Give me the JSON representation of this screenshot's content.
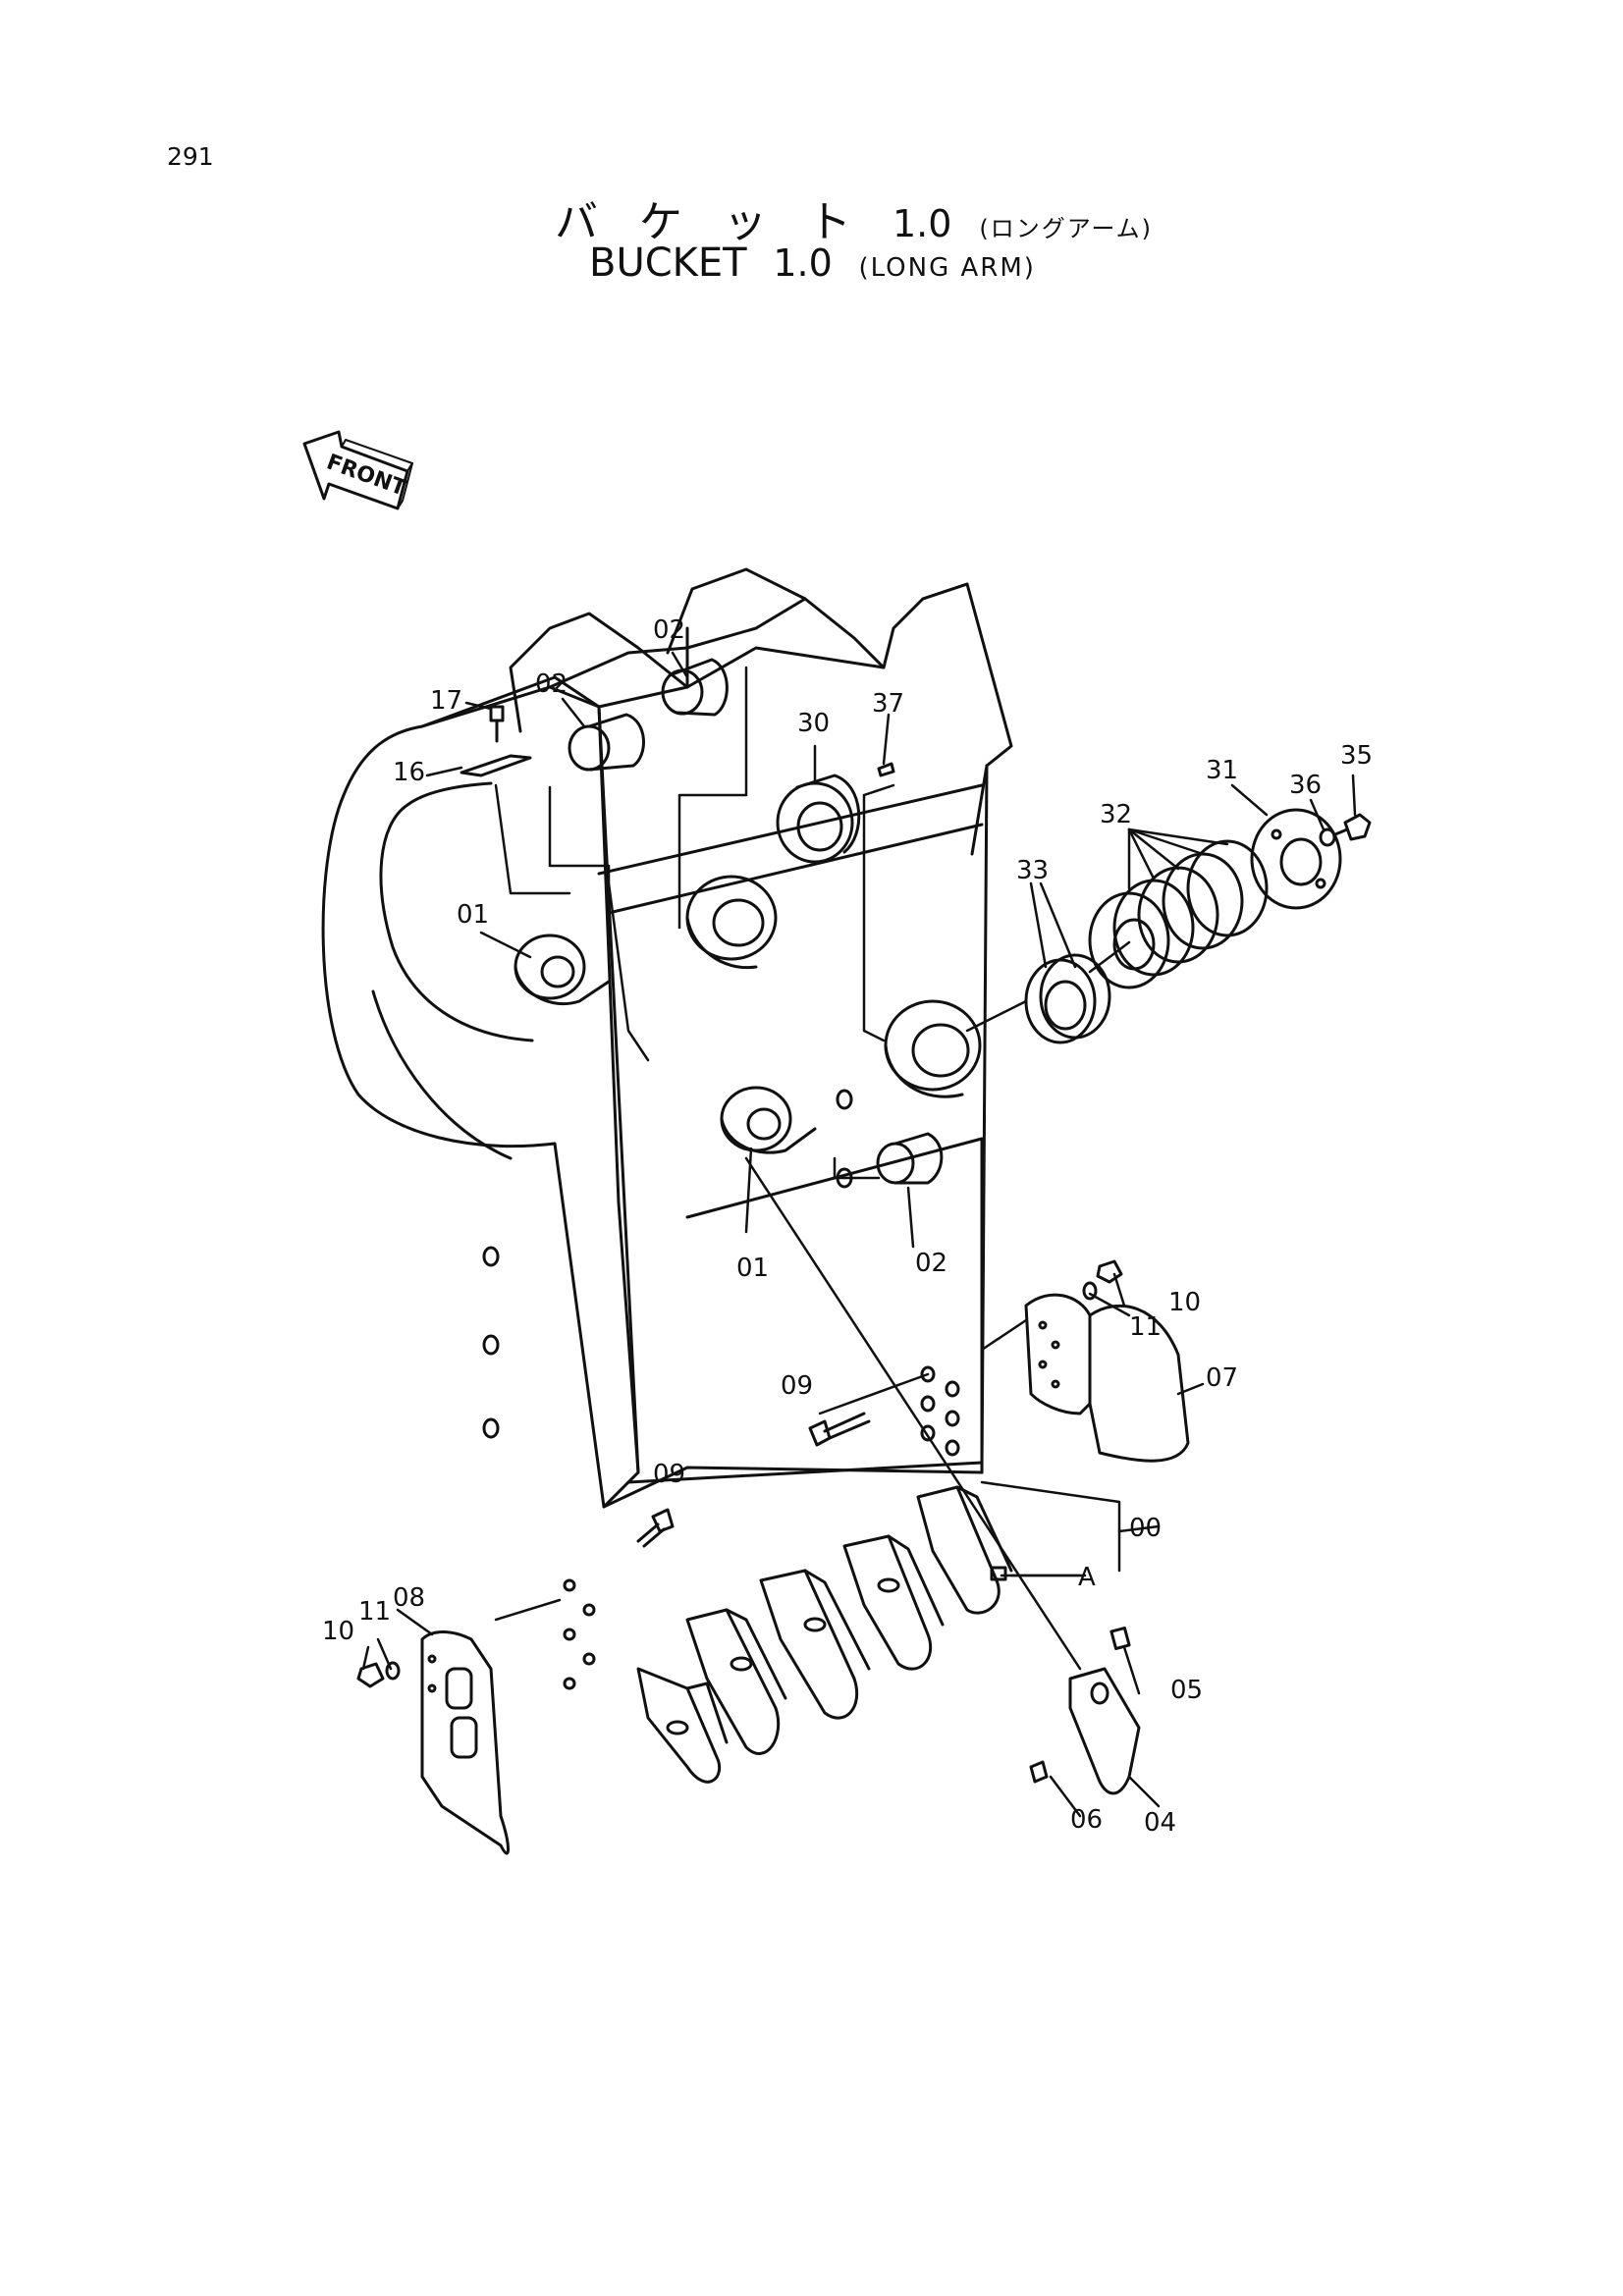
{
  "page_number": "291",
  "title": {
    "jp_main": "バ ケ ッ ト",
    "jp_number": "1.0",
    "jp_sub": "(ロングアーム)",
    "en_main": "BUCKET",
    "en_number": "1.0",
    "en_sub": "(LONG ARM)"
  },
  "front_arrow_label": "FRONT",
  "part_labels": {
    "p00": "00",
    "p01a": "01",
    "p01b": "01",
    "p02a": "02",
    "p02b": "02",
    "p02c": "02",
    "p04": "04",
    "p05": "05",
    "p06": "06",
    "p07": "07",
    "p08": "08",
    "p09a": "09",
    "p09b": "09",
    "p10a": "10",
    "p10b": "10",
    "p11a": "11",
    "p11b": "11",
    "p16": "16",
    "p17": "17",
    "p30": "30",
    "p31": "31",
    "p32": "32",
    "p33": "33",
    "p35": "35",
    "p36": "36",
    "p37": "37",
    "pA": "A"
  }
}
